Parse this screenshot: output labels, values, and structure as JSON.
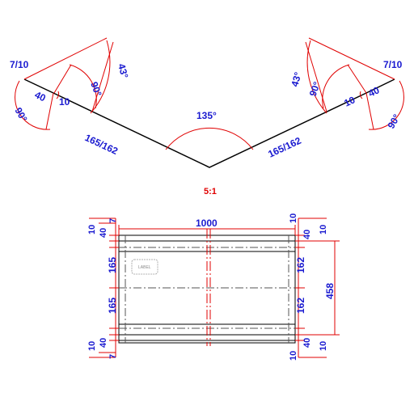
{
  "top_profile": {
    "left_end": "7/10",
    "left_angle_outer": "90°",
    "left_dim_40": "40",
    "left_dim_10": "10",
    "left_angle_inner": "90°",
    "left_angle_43": "43°",
    "left_segment": "165/162",
    "center_angle": "135°",
    "right_segment": "165/162",
    "right_angle_43": "43°",
    "right_angle_inner": "90°",
    "right_dim_10": "10",
    "right_dim_40": "40",
    "right_end": "7/10",
    "right_angle_outer": "90°",
    "scale": "5:1"
  },
  "plan_view": {
    "width": "1000",
    "left_top_10": "10",
    "left_top_40": "40",
    "left_top_7": "7",
    "left_mid_165a": "165",
    "left_mid_165b": "165",
    "left_bot_10": "10",
    "left_bot_40": "40",
    "left_bot_7": "7",
    "right_top_10": "10",
    "right_top_40": "40",
    "right_top_10b": "10",
    "right_mid_162a": "162",
    "right_mid_162b": "162",
    "right_bot_10": "10",
    "right_bot_40": "40",
    "right_bot_10b": "10",
    "total_height": "458",
    "label_tag": "LABEL"
  }
}
